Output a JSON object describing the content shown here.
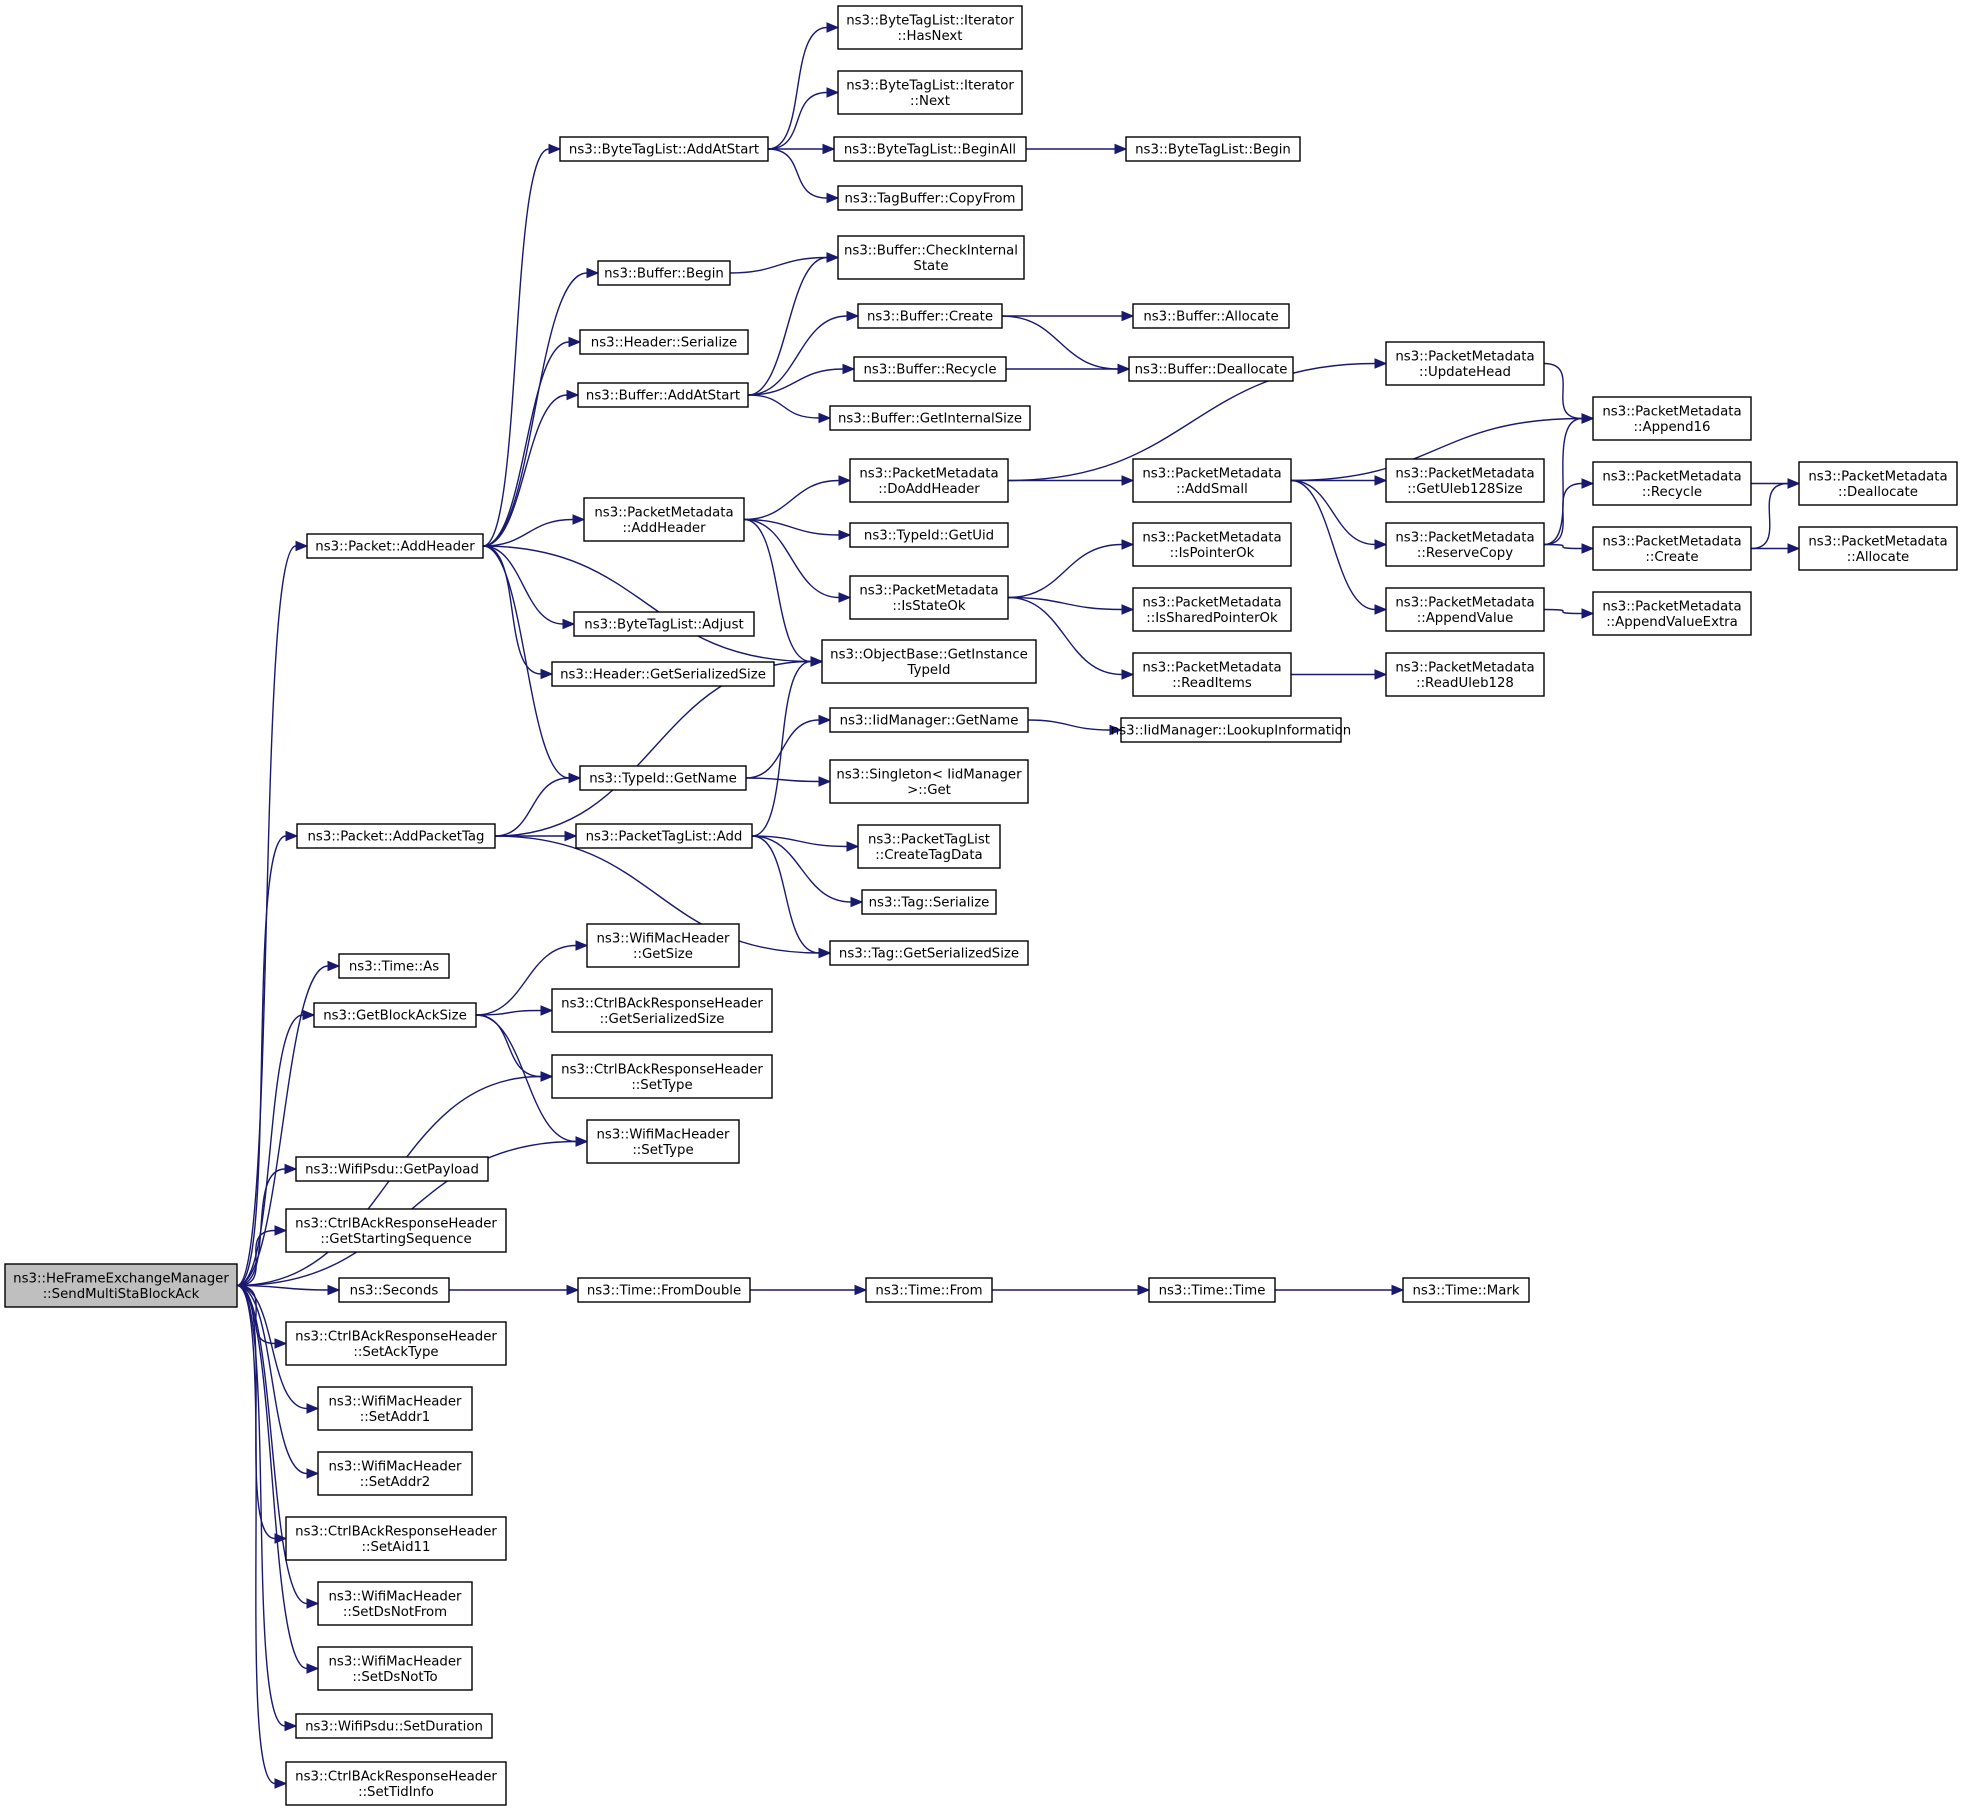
{
  "diagram": {
    "colors": {
      "edge": "#191970",
      "node_fill": "#ffffff",
      "root_fill": "#bfbfbf",
      "node_stroke": "#000000"
    },
    "nodes": [
      {
        "id": "root",
        "lines": [
          "ns3::HeFrameExchangeManager",
          "::SendMultiStaBlockAck"
        ],
        "root": true
      },
      {
        "id": "addHeader",
        "lines": [
          "ns3::Packet::AddHeader"
        ]
      },
      {
        "id": "addPacketTag",
        "lines": [
          "ns3::Packet::AddPacketTag"
        ]
      },
      {
        "id": "timeAs",
        "lines": [
          "ns3::Time::As"
        ]
      },
      {
        "id": "getBlockAckSize",
        "lines": [
          "ns3::GetBlockAckSize"
        ]
      },
      {
        "id": "ctrlSetType",
        "lines": [
          "ns3::CtrlBAckResponseHeader",
          "::SetType"
        ]
      },
      {
        "id": "wifiSetType",
        "lines": [
          "ns3::WifiMacHeader",
          "::SetType"
        ]
      },
      {
        "id": "getPayload",
        "lines": [
          "ns3::WifiPsdu::GetPayload"
        ]
      },
      {
        "id": "getStartingSeq",
        "lines": [
          "ns3::CtrlBAckResponseHeader",
          "::GetStartingSequence"
        ]
      },
      {
        "id": "seconds",
        "lines": [
          "ns3::Seconds"
        ]
      },
      {
        "id": "setAckType",
        "lines": [
          "ns3::CtrlBAckResponseHeader",
          "::SetAckType"
        ]
      },
      {
        "id": "setAddr1",
        "lines": [
          "ns3::WifiMacHeader",
          "::SetAddr1"
        ]
      },
      {
        "id": "setAddr2",
        "lines": [
          "ns3::WifiMacHeader",
          "::SetAddr2"
        ]
      },
      {
        "id": "setAid11",
        "lines": [
          "ns3::CtrlBAckResponseHeader",
          "::SetAid11"
        ]
      },
      {
        "id": "setDsNotFrom",
        "lines": [
          "ns3::WifiMacHeader",
          "::SetDsNotFrom"
        ]
      },
      {
        "id": "setDsNotTo",
        "lines": [
          "ns3::WifiMacHeader",
          "::SetDsNotTo"
        ]
      },
      {
        "id": "setDuration",
        "lines": [
          "ns3::WifiPsdu::SetDuration"
        ]
      },
      {
        "id": "setTidInfo",
        "lines": [
          "ns3::CtrlBAckResponseHeader",
          "::SetTidInfo"
        ]
      },
      {
        "id": "btlAddAtStart",
        "lines": [
          "ns3::ByteTagList::AddAtStart"
        ]
      },
      {
        "id": "bufBegin",
        "lines": [
          "ns3::Buffer::Begin"
        ]
      },
      {
        "id": "hdrSerialize",
        "lines": [
          "ns3::Header::Serialize"
        ]
      },
      {
        "id": "bufAddAtStart",
        "lines": [
          "ns3::Buffer::AddAtStart"
        ]
      },
      {
        "id": "pmAddHeader",
        "lines": [
          "ns3::PacketMetadata",
          "::AddHeader"
        ]
      },
      {
        "id": "btlAdjust",
        "lines": [
          "ns3::ByteTagList::Adjust"
        ]
      },
      {
        "id": "hdrGetSerSize",
        "lines": [
          "ns3::Header::GetSerializedSize"
        ]
      },
      {
        "id": "typeIdGetName",
        "lines": [
          "ns3::TypeId::GetName"
        ]
      },
      {
        "id": "ptlAdd",
        "lines": [
          "ns3::PacketTagList::Add"
        ]
      },
      {
        "id": "wmhGetSize",
        "lines": [
          "ns3::WifiMacHeader",
          "::GetSize"
        ]
      },
      {
        "id": "ctrlGetSerSize",
        "lines": [
          "ns3::CtrlBAckResponseHeader",
          "::GetSerializedSize"
        ]
      },
      {
        "id": "timeFromDouble",
        "lines": [
          "ns3::Time::FromDouble"
        ]
      },
      {
        "id": "itHasNext",
        "lines": [
          "ns3::ByteTagList::Iterator",
          "::HasNext"
        ]
      },
      {
        "id": "itNext",
        "lines": [
          "ns3::ByteTagList::Iterator",
          "::Next"
        ]
      },
      {
        "id": "btlBeginAll",
        "lines": [
          "ns3::ByteTagList::BeginAll"
        ]
      },
      {
        "id": "tbCopyFrom",
        "lines": [
          "ns3::TagBuffer::CopyFrom"
        ]
      },
      {
        "id": "bufCheckInternal",
        "lines": [
          "ns3::Buffer::CheckInternal",
          "State"
        ]
      },
      {
        "id": "bufCreate",
        "lines": [
          "ns3::Buffer::Create"
        ]
      },
      {
        "id": "bufRecycle",
        "lines": [
          "ns3::Buffer::Recycle"
        ]
      },
      {
        "id": "bufGetInternalSize",
        "lines": [
          "ns3::Buffer::GetInternalSize"
        ]
      },
      {
        "id": "pmDoAddHeader",
        "lines": [
          "ns3::PacketMetadata",
          "::DoAddHeader"
        ]
      },
      {
        "id": "typeIdGetUid",
        "lines": [
          "ns3::TypeId::GetUid"
        ]
      },
      {
        "id": "pmIsStateOk",
        "lines": [
          "ns3::PacketMetadata",
          "::IsStateOk"
        ]
      },
      {
        "id": "objGetInstanceTypeId",
        "lines": [
          "ns3::ObjectBase::GetInstance",
          "TypeId"
        ]
      },
      {
        "id": "iidGetName",
        "lines": [
          "ns3::IidManager::GetName"
        ]
      },
      {
        "id": "singletonGet",
        "lines": [
          "ns3::Singleton< IidManager",
          ">::Get"
        ]
      },
      {
        "id": "ptlCreateTagData",
        "lines": [
          "ns3::PacketTagList",
          "::CreateTagData"
        ]
      },
      {
        "id": "tagSerialize",
        "lines": [
          "ns3::Tag::Serialize"
        ]
      },
      {
        "id": "tagGetSerSize",
        "lines": [
          "ns3::Tag::GetSerializedSize"
        ]
      },
      {
        "id": "timeFrom",
        "lines": [
          "ns3::Time::From"
        ]
      },
      {
        "id": "btlBegin",
        "lines": [
          "ns3::ByteTagList::Begin"
        ]
      },
      {
        "id": "bufAllocate",
        "lines": [
          "ns3::Buffer::Allocate"
        ]
      },
      {
        "id": "bufDeallocate",
        "lines": [
          "ns3::Buffer::Deallocate"
        ]
      },
      {
        "id": "pmAddSmall",
        "lines": [
          "ns3::PacketMetadata",
          "::AddSmall"
        ]
      },
      {
        "id": "pmIsPointerOk",
        "lines": [
          "ns3::PacketMetadata",
          "::IsPointerOk"
        ]
      },
      {
        "id": "pmIsSharedPointerOk",
        "lines": [
          "ns3::PacketMetadata",
          "::IsSharedPointerOk"
        ]
      },
      {
        "id": "pmReadItems",
        "lines": [
          "ns3::PacketMetadata",
          "::ReadItems"
        ]
      },
      {
        "id": "iidLookupInfo",
        "lines": [
          "ns3::IidManager::LookupInformation"
        ]
      },
      {
        "id": "timeTime",
        "lines": [
          "ns3::Time::Time"
        ]
      },
      {
        "id": "pmUpdateHead",
        "lines": [
          "ns3::PacketMetadata",
          "::UpdateHead"
        ]
      },
      {
        "id": "pmGetUleb128Size",
        "lines": [
          "ns3::PacketMetadata",
          "::GetUleb128Size"
        ]
      },
      {
        "id": "pmReserveCopy",
        "lines": [
          "ns3::PacketMetadata",
          "::ReserveCopy"
        ]
      },
      {
        "id": "pmAppendValue",
        "lines": [
          "ns3::PacketMetadata",
          "::AppendValue"
        ]
      },
      {
        "id": "pmReadUleb128",
        "lines": [
          "ns3::PacketMetadata",
          "::ReadUleb128"
        ]
      },
      {
        "id": "timeMark",
        "lines": [
          "ns3::Time::Mark"
        ]
      },
      {
        "id": "pmAppend16",
        "lines": [
          "ns3::PacketMetadata",
          "::Append16"
        ]
      },
      {
        "id": "pmRecycle",
        "lines": [
          "ns3::PacketMetadata",
          "::Recycle"
        ]
      },
      {
        "id": "pmCreate",
        "lines": [
          "ns3::PacketMetadata",
          "::Create"
        ]
      },
      {
        "id": "pmAppendValueExtra",
        "lines": [
          "ns3::PacketMetadata",
          "::AppendValueExtra"
        ]
      },
      {
        "id": "pmDeallocate",
        "lines": [
          "ns3::PacketMetadata",
          "::Deallocate"
        ]
      },
      {
        "id": "pmAllocate",
        "lines": [
          "ns3::PacketMetadata",
          "::Allocate"
        ]
      }
    ],
    "edges": [
      [
        "root",
        "addHeader"
      ],
      [
        "root",
        "addPacketTag"
      ],
      [
        "root",
        "timeAs"
      ],
      [
        "root",
        "getBlockAckSize"
      ],
      [
        "root",
        "ctrlSetType"
      ],
      [
        "root",
        "wifiSetType"
      ],
      [
        "root",
        "getPayload"
      ],
      [
        "root",
        "getStartingSeq"
      ],
      [
        "root",
        "seconds"
      ],
      [
        "root",
        "setAckType"
      ],
      [
        "root",
        "setAddr1"
      ],
      [
        "root",
        "setAddr2"
      ],
      [
        "root",
        "setAid11"
      ],
      [
        "root",
        "setDsNotFrom"
      ],
      [
        "root",
        "setDsNotTo"
      ],
      [
        "root",
        "setDuration"
      ],
      [
        "root",
        "setTidInfo"
      ],
      [
        "addHeader",
        "btlAddAtStart"
      ],
      [
        "addHeader",
        "bufBegin"
      ],
      [
        "addHeader",
        "hdrSerialize"
      ],
      [
        "addHeader",
        "bufAddAtStart"
      ],
      [
        "addHeader",
        "pmAddHeader"
      ],
      [
        "addHeader",
        "btlAdjust"
      ],
      [
        "addHeader",
        "hdrGetSerSize"
      ],
      [
        "addHeader",
        "typeIdGetName"
      ],
      [
        "addHeader",
        "objGetInstanceTypeId"
      ],
      [
        "addPacketTag",
        "typeIdGetName"
      ],
      [
        "addPacketTag",
        "ptlAdd"
      ],
      [
        "addPacketTag",
        "objGetInstanceTypeId"
      ],
      [
        "addPacketTag",
        "tagGetSerSize"
      ],
      [
        "getBlockAckSize",
        "wmhGetSize"
      ],
      [
        "getBlockAckSize",
        "ctrlGetSerSize"
      ],
      [
        "getBlockAckSize",
        "ctrlSetType"
      ],
      [
        "getBlockAckSize",
        "wifiSetType"
      ],
      [
        "seconds",
        "timeFromDouble"
      ],
      [
        "btlAddAtStart",
        "itHasNext"
      ],
      [
        "btlAddAtStart",
        "itNext"
      ],
      [
        "btlAddAtStart",
        "btlBeginAll"
      ],
      [
        "btlAddAtStart",
        "tbCopyFrom"
      ],
      [
        "bufBegin",
        "bufCheckInternal"
      ],
      [
        "bufAddAtStart",
        "bufCheckInternal"
      ],
      [
        "bufAddAtStart",
        "bufCreate"
      ],
      [
        "bufAddAtStart",
        "bufRecycle"
      ],
      [
        "bufAddAtStart",
        "bufGetInternalSize"
      ],
      [
        "pmAddHeader",
        "pmDoAddHeader"
      ],
      [
        "pmAddHeader",
        "typeIdGetUid"
      ],
      [
        "pmAddHeader",
        "pmIsStateOk"
      ],
      [
        "pmAddHeader",
        "objGetInstanceTypeId"
      ],
      [
        "typeIdGetName",
        "iidGetName"
      ],
      [
        "typeIdGetName",
        "singletonGet"
      ],
      [
        "ptlAdd",
        "objGetInstanceTypeId"
      ],
      [
        "ptlAdd",
        "ptlCreateTagData"
      ],
      [
        "ptlAdd",
        "tagSerialize"
      ],
      [
        "ptlAdd",
        "tagGetSerSize"
      ],
      [
        "timeFromDouble",
        "timeFrom"
      ],
      [
        "btlBeginAll",
        "btlBegin"
      ],
      [
        "bufCreate",
        "bufAllocate"
      ],
      [
        "bufCreate",
        "bufDeallocate"
      ],
      [
        "bufRecycle",
        "bufDeallocate"
      ],
      [
        "pmDoAddHeader",
        "pmUpdateHead"
      ],
      [
        "pmDoAddHeader",
        "pmAddSmall"
      ],
      [
        "pmIsStateOk",
        "pmIsPointerOk"
      ],
      [
        "pmIsStateOk",
        "pmIsSharedPointerOk"
      ],
      [
        "pmIsStateOk",
        "pmReadItems"
      ],
      [
        "iidGetName",
        "iidLookupInfo"
      ],
      [
        "timeFrom",
        "timeTime"
      ],
      [
        "pmAddSmall",
        "pmAppend16"
      ],
      [
        "pmAddSmall",
        "pmGetUleb128Size"
      ],
      [
        "pmAddSmall",
        "pmReserveCopy"
      ],
      [
        "pmAddSmall",
        "pmAppendValue"
      ],
      [
        "pmReadItems",
        "pmReadUleb128"
      ],
      [
        "timeTime",
        "timeMark"
      ],
      [
        "pmUpdateHead",
        "pmAppend16"
      ],
      [
        "pmReserveCopy",
        "pmAppend16"
      ],
      [
        "pmReserveCopy",
        "pmRecycle"
      ],
      [
        "pmReserveCopy",
        "pmCreate"
      ],
      [
        "pmAppendValue",
        "pmAppendValueExtra"
      ],
      [
        "pmRecycle",
        "pmDeallocate"
      ],
      [
        "pmCreate",
        "pmDeallocate"
      ],
      [
        "pmCreate",
        "pmAllocate"
      ]
    ]
  }
}
